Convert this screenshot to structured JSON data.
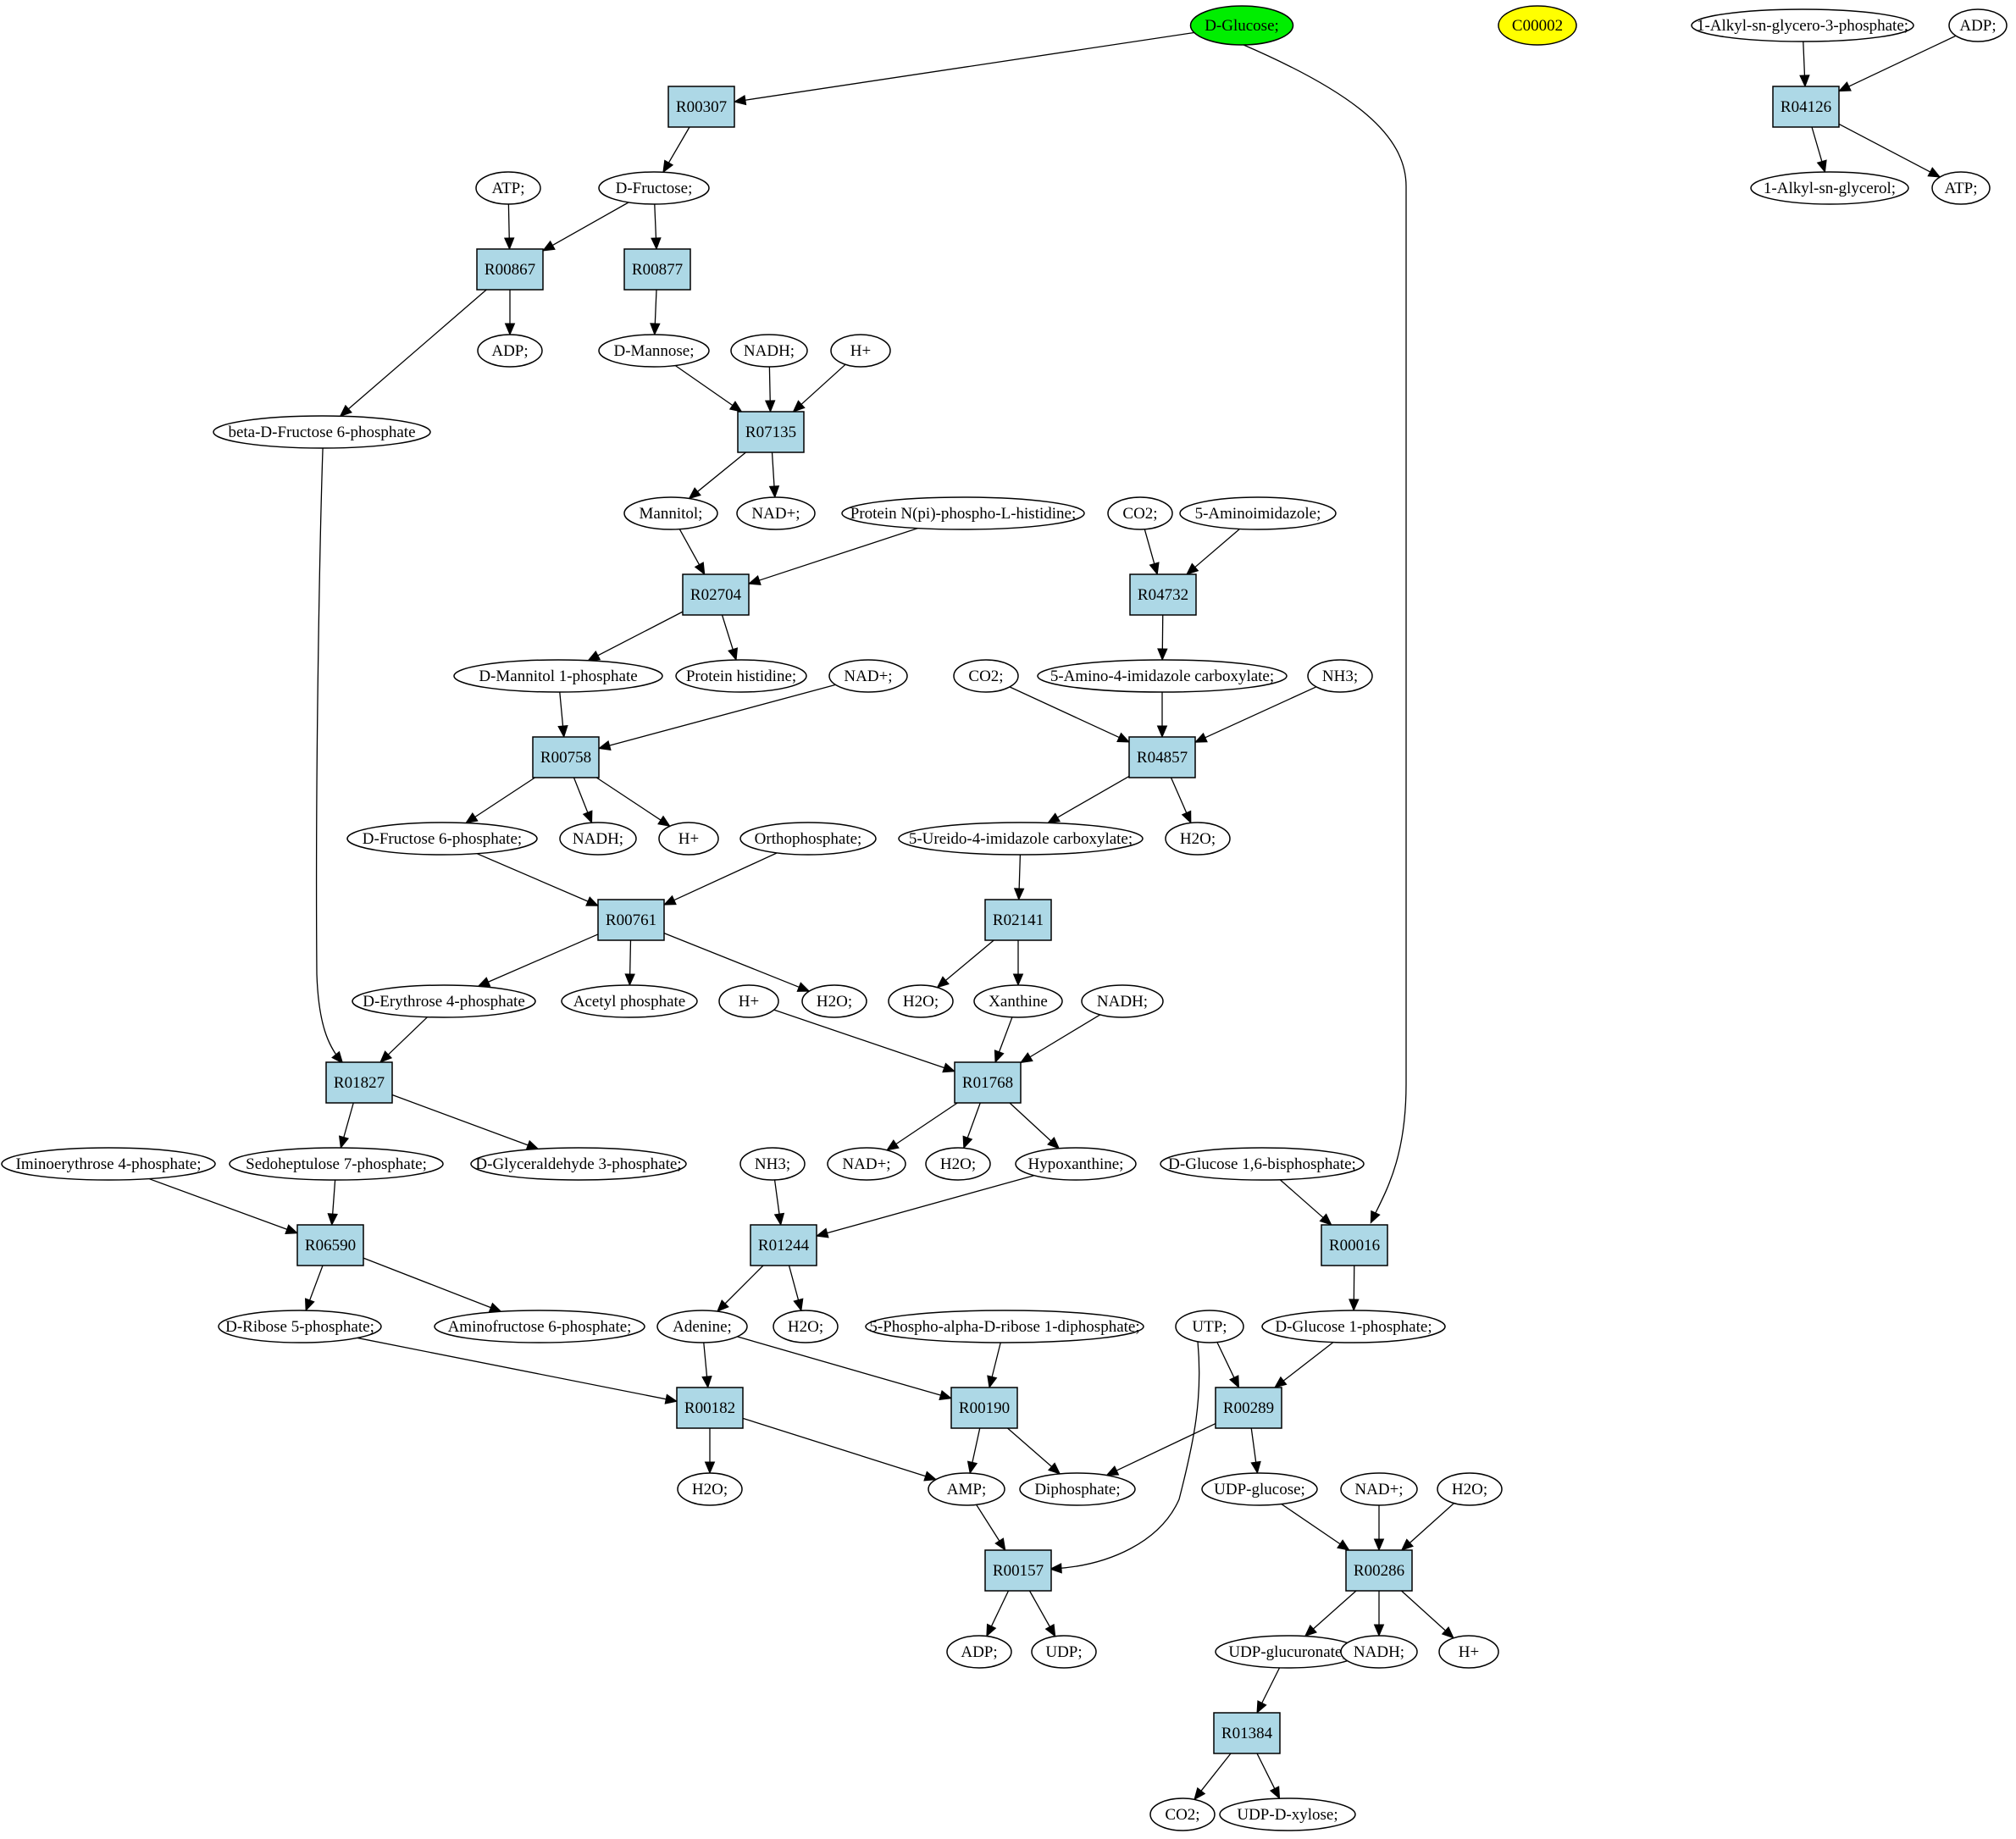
{
  "colors": {
    "reaction_fill": "#add8e6",
    "compound_fill": "#ffffff",
    "highlight_green": "#00ee00",
    "highlight_yellow": "#ffff00"
  },
  "nodes": [
    {
      "id": "glc",
      "label": "D-Glucose;",
      "kind": "compound",
      "fill": "#00ee00"
    },
    {
      "id": "c00002",
      "label": "C00002",
      "kind": "compound",
      "fill": "#ffff00"
    },
    {
      "id": "alkylg3p",
      "label": "1-Alkyl-sn-glycero-3-phosphate;",
      "kind": "compound"
    },
    {
      "id": "adp_t",
      "label": "ADP;",
      "kind": "compound"
    },
    {
      "id": "R04126",
      "label": "R04126",
      "kind": "reaction"
    },
    {
      "id": "alkylg",
      "label": "1-Alkyl-sn-glycerol;",
      "kind": "compound"
    },
    {
      "id": "atp_t",
      "label": "ATP;",
      "kind": "compound"
    },
    {
      "id": "R00307",
      "label": "R00307",
      "kind": "reaction"
    },
    {
      "id": "atp1",
      "label": "ATP;",
      "kind": "compound"
    },
    {
      "id": "fru",
      "label": "D-Fructose;",
      "kind": "compound"
    },
    {
      "id": "R00867",
      "label": "R00867",
      "kind": "reaction"
    },
    {
      "id": "R00877",
      "label": "R00877",
      "kind": "reaction"
    },
    {
      "id": "adp1",
      "label": "ADP;",
      "kind": "compound"
    },
    {
      "id": "man",
      "label": "D-Mannose;",
      "kind": "compound"
    },
    {
      "id": "nadh1",
      "label": "NADH;",
      "kind": "compound"
    },
    {
      "id": "h1",
      "label": "H+",
      "kind": "compound"
    },
    {
      "id": "bf6p",
      "label": "beta-D-Fructose 6-phosphate",
      "kind": "compound"
    },
    {
      "id": "R07135",
      "label": "R07135",
      "kind": "reaction"
    },
    {
      "id": "mannitol",
      "label": "Mannitol;",
      "kind": "compound"
    },
    {
      "id": "nadp1",
      "label": "NAD+;",
      "kind": "compound"
    },
    {
      "id": "protnpi",
      "label": "Protein N(pi)-phospho-L-histidine;",
      "kind": "compound"
    },
    {
      "id": "co2a",
      "label": "CO2;",
      "kind": "compound"
    },
    {
      "id": "aminoimid",
      "label": "5-Aminoimidazole;",
      "kind": "compound"
    },
    {
      "id": "R02704",
      "label": "R02704",
      "kind": "reaction"
    },
    {
      "id": "R04732",
      "label": "R04732",
      "kind": "reaction"
    },
    {
      "id": "m1p",
      "label": "D-Mannitol 1-phosphate",
      "kind": "compound"
    },
    {
      "id": "prothis",
      "label": "Protein histidine;",
      "kind": "compound"
    },
    {
      "id": "nadp2",
      "label": "NAD+;",
      "kind": "compound"
    },
    {
      "id": "co2b",
      "label": "CO2;",
      "kind": "compound"
    },
    {
      "id": "aic",
      "label": "5-Amino-4-imidazole carboxylate;",
      "kind": "compound"
    },
    {
      "id": "nh3a",
      "label": "NH3;",
      "kind": "compound"
    },
    {
      "id": "R00758",
      "label": "R00758",
      "kind": "reaction"
    },
    {
      "id": "R04857",
      "label": "R04857",
      "kind": "reaction"
    },
    {
      "id": "f6p",
      "label": "D-Fructose 6-phosphate;",
      "kind": "compound"
    },
    {
      "id": "nadh2",
      "label": "NADH;",
      "kind": "compound"
    },
    {
      "id": "h2",
      "label": "H+",
      "kind": "compound"
    },
    {
      "id": "pi",
      "label": "Orthophosphate;",
      "kind": "compound"
    },
    {
      "id": "uic",
      "label": "5-Ureido-4-imidazole carboxylate;",
      "kind": "compound"
    },
    {
      "id": "h2oa",
      "label": "H2O;",
      "kind": "compound"
    },
    {
      "id": "R00761",
      "label": "R00761",
      "kind": "reaction"
    },
    {
      "id": "R02141",
      "label": "R02141",
      "kind": "reaction"
    },
    {
      "id": "e4p",
      "label": "D-Erythrose 4-phosphate",
      "kind": "compound"
    },
    {
      "id": "acp",
      "label": "Acetyl phosphate",
      "kind": "compound"
    },
    {
      "id": "h3",
      "label": "H+",
      "kind": "compound"
    },
    {
      "id": "h2ob",
      "label": "H2O;",
      "kind": "compound"
    },
    {
      "id": "h2oc",
      "label": "H2O;",
      "kind": "compound"
    },
    {
      "id": "xan",
      "label": "Xanthine",
      "kind": "compound"
    },
    {
      "id": "nadh3",
      "label": "NADH;",
      "kind": "compound"
    },
    {
      "id": "R01827",
      "label": "R01827",
      "kind": "reaction"
    },
    {
      "id": "R01768",
      "label": "R01768",
      "kind": "reaction"
    },
    {
      "id": "imino",
      "label": "Iminoerythrose 4-phosphate;",
      "kind": "compound"
    },
    {
      "id": "s7p",
      "label": "Sedoheptulose 7-phosphate;",
      "kind": "compound"
    },
    {
      "id": "g3p",
      "label": "D-Glyceraldehyde 3-phosphate;",
      "kind": "compound"
    },
    {
      "id": "nh3b",
      "label": "NH3;",
      "kind": "compound"
    },
    {
      "id": "nadp3",
      "label": "NAD+;",
      "kind": "compound"
    },
    {
      "id": "h2od",
      "label": "H2O;",
      "kind": "compound"
    },
    {
      "id": "hyp",
      "label": "Hypoxanthine;",
      "kind": "compound"
    },
    {
      "id": "g16bp",
      "label": "D-Glucose 1,6-bisphosphate;",
      "kind": "compound"
    },
    {
      "id": "R06590",
      "label": "R06590",
      "kind": "reaction"
    },
    {
      "id": "R01244",
      "label": "R01244",
      "kind": "reaction"
    },
    {
      "id": "R00016",
      "label": "R00016",
      "kind": "reaction"
    },
    {
      "id": "r5p",
      "label": "D-Ribose 5-phosphate;",
      "kind": "compound"
    },
    {
      "id": "amf6p",
      "label": "Aminofructose 6-phosphate;",
      "kind": "compound"
    },
    {
      "id": "ade",
      "label": "Adenine;",
      "kind": "compound"
    },
    {
      "id": "h2oe",
      "label": "H2O;",
      "kind": "compound"
    },
    {
      "id": "prpp",
      "label": "5-Phospho-alpha-D-ribose 1-diphosphate;",
      "kind": "compound"
    },
    {
      "id": "utp",
      "label": "UTP;",
      "kind": "compound"
    },
    {
      "id": "g1p",
      "label": "D-Glucose 1-phosphate;",
      "kind": "compound"
    },
    {
      "id": "R00182",
      "label": "R00182",
      "kind": "reaction"
    },
    {
      "id": "R00190",
      "label": "R00190",
      "kind": "reaction"
    },
    {
      "id": "R00289",
      "label": "R00289",
      "kind": "reaction"
    },
    {
      "id": "h2of",
      "label": "H2O;",
      "kind": "compound"
    },
    {
      "id": "amp",
      "label": "AMP;",
      "kind": "compound"
    },
    {
      "id": "ppi",
      "label": "Diphosphate;",
      "kind": "compound"
    },
    {
      "id": "udpg",
      "label": "UDP-glucose;",
      "kind": "compound"
    },
    {
      "id": "nadp4",
      "label": "NAD+;",
      "kind": "compound"
    },
    {
      "id": "h2og",
      "label": "H2O;",
      "kind": "compound"
    },
    {
      "id": "R00157",
      "label": "R00157",
      "kind": "reaction"
    },
    {
      "id": "R00286",
      "label": "R00286",
      "kind": "reaction"
    },
    {
      "id": "adp2",
      "label": "ADP;",
      "kind": "compound"
    },
    {
      "id": "udp",
      "label": "UDP;",
      "kind": "compound"
    },
    {
      "id": "udpgluc",
      "label": "UDP-glucuronate;",
      "kind": "compound"
    },
    {
      "id": "nadh4",
      "label": "NADH;",
      "kind": "compound"
    },
    {
      "id": "h4",
      "label": "H+",
      "kind": "compound"
    },
    {
      "id": "R01384",
      "label": "R01384",
      "kind": "reaction"
    },
    {
      "id": "co2c",
      "label": "CO2;",
      "kind": "compound"
    },
    {
      "id": "udpxyl",
      "label": "UDP-D-xylose;",
      "kind": "compound"
    }
  ],
  "edges": [
    [
      "glc",
      "R00307"
    ],
    [
      "glc",
      "R00016"
    ],
    [
      "alkylg3p",
      "R04126"
    ],
    [
      "adp_t",
      "R04126"
    ],
    [
      "R04126",
      "alkylg"
    ],
    [
      "R04126",
      "atp_t"
    ],
    [
      "R00307",
      "fru"
    ],
    [
      "atp1",
      "R00867"
    ],
    [
      "fru",
      "R00867"
    ],
    [
      "fru",
      "R00877"
    ],
    [
      "R00867",
      "adp1"
    ],
    [
      "R00867",
      "bf6p"
    ],
    [
      "R00877",
      "man"
    ],
    [
      "man",
      "R07135"
    ],
    [
      "nadh1",
      "R07135"
    ],
    [
      "h1",
      "R07135"
    ],
    [
      "R07135",
      "mannitol"
    ],
    [
      "R07135",
      "nadp1"
    ],
    [
      "mannitol",
      "R02704"
    ],
    [
      "protnpi",
      "R02704"
    ],
    [
      "co2a",
      "R04732"
    ],
    [
      "aminoimid",
      "R04732"
    ],
    [
      "R02704",
      "m1p"
    ],
    [
      "R02704",
      "prothis"
    ],
    [
      "R04732",
      "aic"
    ],
    [
      "m1p",
      "R00758"
    ],
    [
      "nadp2",
      "R00758"
    ],
    [
      "co2b",
      "R04857"
    ],
    [
      "aic",
      "R04857"
    ],
    [
      "nh3a",
      "R04857"
    ],
    [
      "R00758",
      "f6p"
    ],
    [
      "R00758",
      "nadh2"
    ],
    [
      "R00758",
      "h2"
    ],
    [
      "R04857",
      "uic"
    ],
    [
      "R04857",
      "h2oa"
    ],
    [
      "f6p",
      "R00761"
    ],
    [
      "pi",
      "R00761"
    ],
    [
      "uic",
      "R02141"
    ],
    [
      "R00761",
      "e4p"
    ],
    [
      "R00761",
      "acp"
    ],
    [
      "R00761",
      "h2ob"
    ],
    [
      "R02141",
      "h2oc"
    ],
    [
      "R02141",
      "xan"
    ],
    [
      "bf6p",
      "R01827"
    ],
    [
      "e4p",
      "R01827"
    ],
    [
      "h3",
      "R01768"
    ],
    [
      "xan",
      "R01768"
    ],
    [
      "nadh3",
      "R01768"
    ],
    [
      "R01827",
      "s7p"
    ],
    [
      "R01827",
      "g3p"
    ],
    [
      "R01768",
      "nadp3"
    ],
    [
      "R01768",
      "h2od"
    ],
    [
      "R01768",
      "hyp"
    ],
    [
      "imino",
      "R06590"
    ],
    [
      "s7p",
      "R06590"
    ],
    [
      "nh3b",
      "R01244"
    ],
    [
      "hyp",
      "R01244"
    ],
    [
      "g16bp",
      "R00016"
    ],
    [
      "R06590",
      "r5p"
    ],
    [
      "R06590",
      "amf6p"
    ],
    [
      "R01244",
      "ade"
    ],
    [
      "R01244",
      "h2oe"
    ],
    [
      "R00016",
      "g1p"
    ],
    [
      "r5p",
      "R00182"
    ],
    [
      "ade",
      "R00182"
    ],
    [
      "ade",
      "R00190"
    ],
    [
      "prpp",
      "R00190"
    ],
    [
      "utp",
      "R00289"
    ],
    [
      "g1p",
      "R00289"
    ],
    [
      "utp",
      "R00157"
    ],
    [
      "R00182",
      "h2of"
    ],
    [
      "R00182",
      "amp"
    ],
    [
      "R00190",
      "amp"
    ],
    [
      "R00190",
      "ppi"
    ],
    [
      "R00289",
      "ppi"
    ],
    [
      "R00289",
      "udpg"
    ],
    [
      "amp",
      "R00157"
    ],
    [
      "udpg",
      "R00286"
    ],
    [
      "nadp4",
      "R00286"
    ],
    [
      "h2og",
      "R00286"
    ],
    [
      "R00157",
      "adp2"
    ],
    [
      "R00157",
      "udp"
    ],
    [
      "R00286",
      "udpgluc"
    ],
    [
      "R00286",
      "nadh4"
    ],
    [
      "R00286",
      "h4"
    ],
    [
      "udpgluc",
      "R01384"
    ],
    [
      "R01384",
      "co2c"
    ],
    [
      "R01384",
      "udpxyl"
    ]
  ]
}
